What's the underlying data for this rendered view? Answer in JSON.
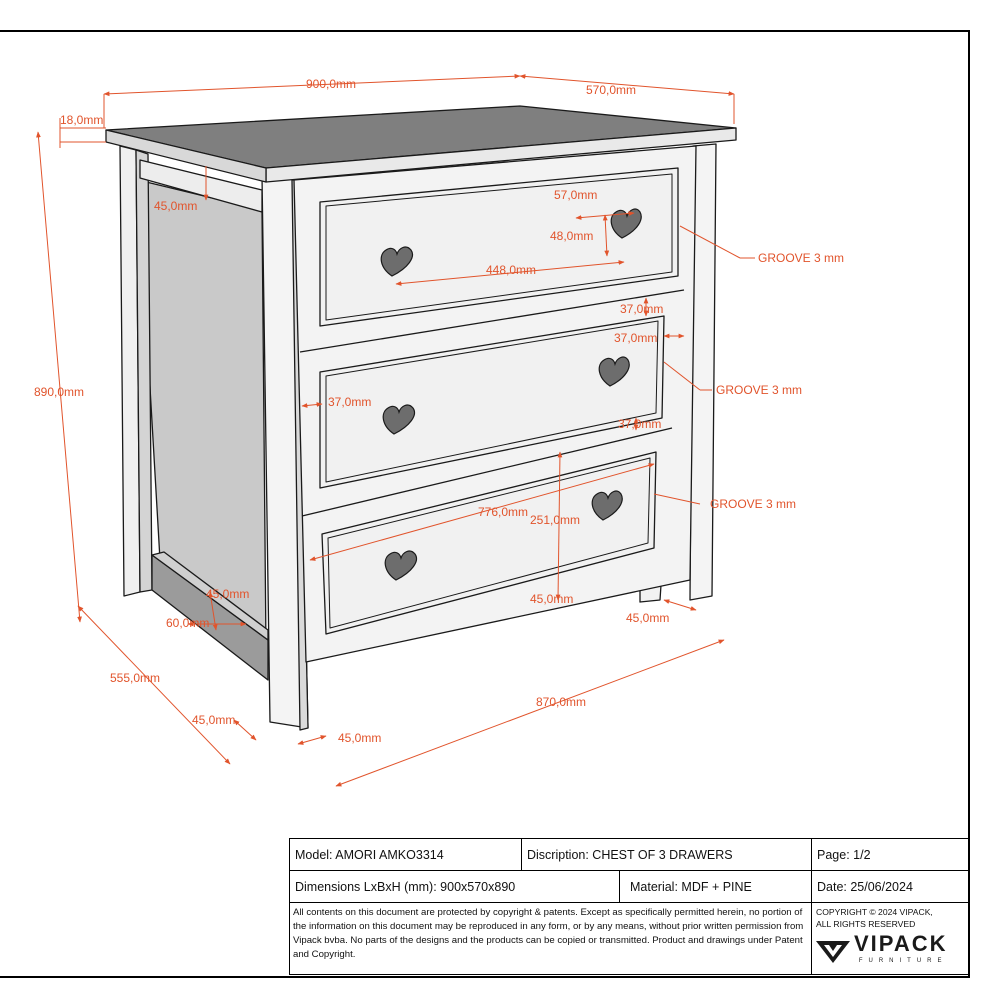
{
  "dimensions": {
    "width_top": "900,0mm",
    "depth_top": "570,0mm",
    "top_thickness": "18,0mm",
    "overall_height": "890,0mm",
    "top_rail": "45,0mm",
    "knob_width": "57,0mm",
    "knob_height": "48,0mm",
    "knob_spacing": "448,0mm",
    "drawer_gap_v": "37,0mm",
    "drawer_gap_h": "37,0mm",
    "drawer_side_gap": "37,0mm",
    "drawer_gap_v2": "37,0mm",
    "drawer_width": "776,0mm",
    "drawer_height": "251,0mm",
    "bottom_rail": "45,0mm",
    "stretcher_height": "45,0mm",
    "stretcher_depth": "60,0mm",
    "leg_right": "45,0mm",
    "base_depth": "555,0mm",
    "leg_left_width": "45,0mm",
    "leg_front_width": "45,0mm",
    "base_width": "870,0mm",
    "groove_1": "GROOVE 3 mm",
    "groove_2": "GROOVE 3 mm",
    "groove_3": "GROOVE 3 mm"
  },
  "title_block": {
    "model": "Model: AMORI AMKO3314",
    "description": "Discription: CHEST OF 3 DRAWERS",
    "page": "Page: 1/2",
    "dimensions": "Dimensions LxBxH (mm): 900x570x890",
    "material": "Material: MDF + PINE",
    "date": "Date: 25/06/2024",
    "legal": "All contents on this document are protected by copyright & patents. Except as specifically permitted herein, no portion of the information on this document may be reproduced in any form, or by any means, without prior written permission from Vipack bvba. No parts of the designs and the products can be copied or transmitted. Product and drawings under Patent and Copyright.",
    "copyright_line1": "COPYRIGHT  © 2024 VIPACK,",
    "copyright_line2": "ALL RIGHTS RESERVED",
    "logo_word": "VIPACK",
    "logo_sub": "FURNITURE"
  },
  "colors": {
    "dimension": "#e1542c",
    "line": "#1a1a1a",
    "top_surface": "#7f7f7f",
    "side_panel": "#c8c8c8",
    "frame": "#f2f2f2",
    "knob": "#6d6d6d"
  }
}
